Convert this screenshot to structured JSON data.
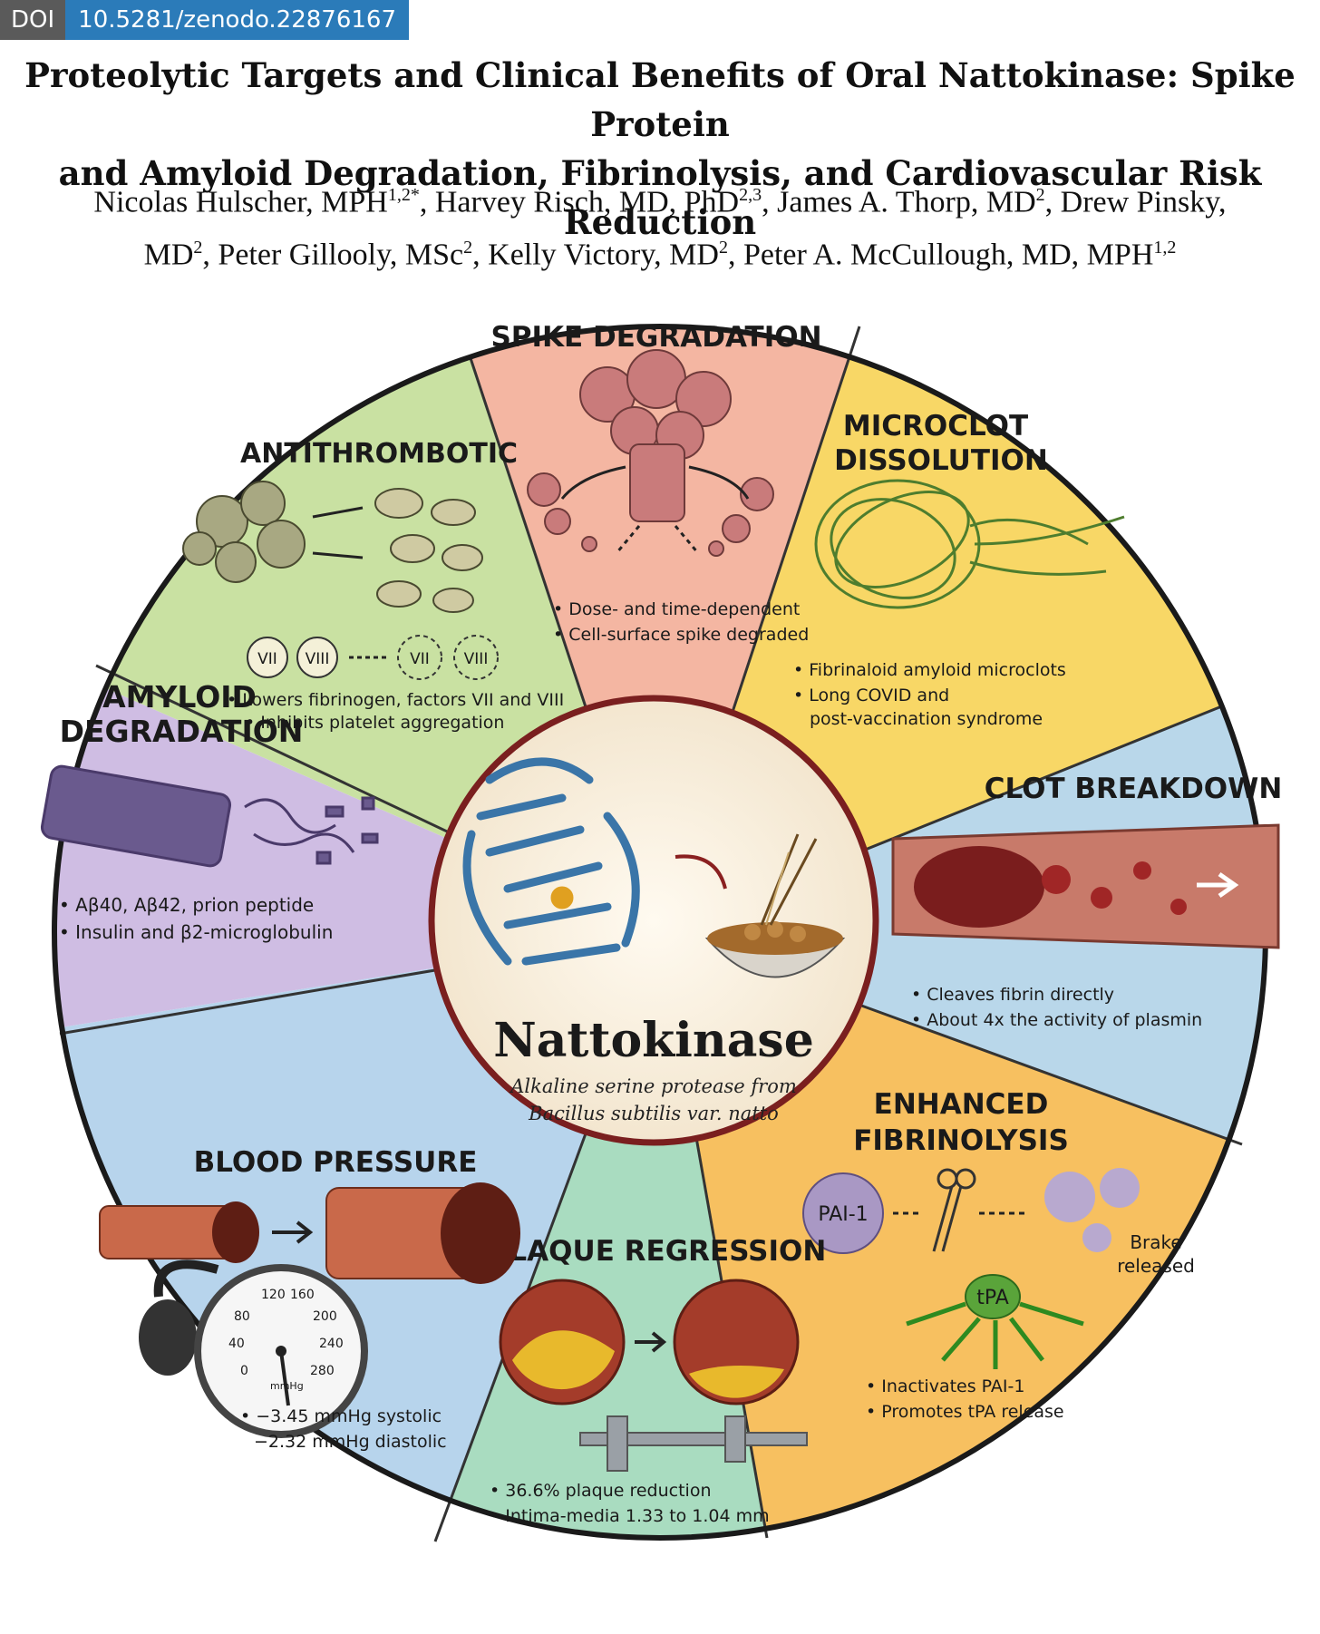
{
  "doi": {
    "label": "DOI",
    "value": "10.5281/zenodo.22876167"
  },
  "title": {
    "line1": "Proteolytic Targets and Clinical Benefits of Oral Nattokinase: Spike Protein",
    "line2": "and Amyloid Degradation, Fibrinolysis, and Cardiovascular Risk Reduction"
  },
  "authors": [
    {
      "name": "Nicolas Hulscher, MPH",
      "sup": "1,2*"
    },
    {
      "name": "Harvey Risch, MD, PhD",
      "sup": "2,3"
    },
    {
      "name": "James A. Thorp, MD",
      "sup": "2"
    },
    {
      "name": "Drew Pinsky, MD",
      "sup": "2"
    },
    {
      "name": "Peter Gillooly, MSc",
      "sup": "2"
    },
    {
      "name": "Kelly Victory, MD",
      "sup": "2"
    },
    {
      "name": "Peter A. McCullough, MD, MPH",
      "sup": "1,2"
    }
  ],
  "center": {
    "title": "Nattokinase",
    "subtitle1": "Alkaline serine protease from",
    "subtitle2": "Bacillus subtilis var. natto"
  },
  "colors": {
    "spike": "#f4b6a2",
    "microclot": "#f8d766",
    "clot": "#b9d7ea",
    "fibrinolysis": "#f7c060",
    "plaque": "#a9dcc0",
    "bp": "#b7d4ec",
    "amyloid": "#cfbde3",
    "antithrombotic": "#c9e1a2",
    "ring": "#7a1f1f"
  },
  "segments": {
    "spike": {
      "title1": "SPIKE DEGRADATION",
      "b1": "Dose- and time-dependent",
      "b2": "Cell-surface spike degraded"
    },
    "microclot": {
      "title1": "MICROCLOT",
      "title2": "DISSOLUTION",
      "b1": "Fibrinaloid amyloid microclots",
      "b2": "Long COVID and",
      "b3": "post-vaccination syndrome"
    },
    "clot": {
      "title1": "CLOT BREAKDOWN",
      "b1": "Cleaves fibrin directly",
      "b2": "About 4x the activity of plasmin"
    },
    "fibrinolysis": {
      "title1": "ENHANCED",
      "title2": "FIBRINOLYSIS",
      "pai": "PAI-1",
      "tpa": "tPA",
      "brake1": "Brake",
      "brake2": "released",
      "b1": "Inactivates PAI-1",
      "b2": "Promotes tPA release"
    },
    "plaque": {
      "title1": "PLAQUE REGRESSION",
      "b1": "36.6% plaque reduction",
      "b2": "Intima-media 1.33 to 1.04 mm"
    },
    "bp": {
      "title1": "BLOOD PRESSURE",
      "g120": "120",
      "g160": "160",
      "g80": "80",
      "g200": "200",
      "g40": "40",
      "g240": "240",
      "g0": "0",
      "g280": "280",
      "unit": "mmHg",
      "b1": "−3.45 mmHg systolic",
      "b2": "−2.32 mmHg diastolic"
    },
    "amyloid": {
      "title1": "AMYLOID",
      "title2": "DEGRADATION",
      "b1": "Aβ40, Aβ42, prion peptide",
      "b2": "Insulin and β2-microglobulin"
    },
    "antithrombotic": {
      "title1": "ANTITHROMBOTIC",
      "f7": "VII",
      "f8": "VIII",
      "b1": "Lowers fibrinogen, factors VII and VIII",
      "b2": "Inhibits platelet aggregation"
    }
  }
}
